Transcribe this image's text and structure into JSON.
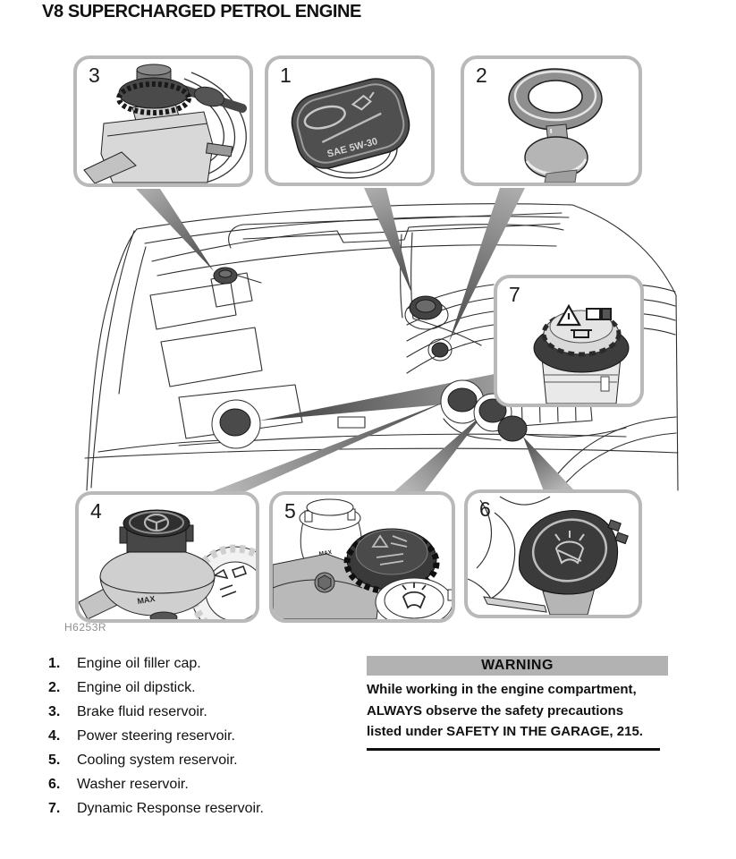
{
  "page": {
    "title": "V8 SUPERCHARGED PETROL ENGINE",
    "figure_code": "H6253R"
  },
  "callouts": {
    "box1": {
      "number": "1",
      "name": "Engine oil filler cap"
    },
    "box2": {
      "number": "2",
      "name": "Engine oil dipstick"
    },
    "box3": {
      "number": "3",
      "name": "Brake fluid reservoir"
    },
    "box4": {
      "number": "4",
      "name": "Power steering reservoir"
    },
    "box5": {
      "number": "5",
      "name": "Cooling system reservoir"
    },
    "box6": {
      "number": "6",
      "name": "Washer reservoir"
    },
    "box7": {
      "number": "7",
      "name": "Dynamic Response reservoir"
    }
  },
  "illustration_labels": {
    "oil_cap_text": "SAE 5W-30",
    "max_mark": "MAX"
  },
  "icons": {
    "steering_wheel": "steering-wheel-icon",
    "washer_spray": "washer-spray-icon",
    "warning_triangle": "warning-triangle-icon",
    "oil_can": "oil-can-icon"
  },
  "legend": {
    "items": [
      {
        "number": "1.",
        "label": "Engine oil filler cap."
      },
      {
        "number": "2.",
        "label": "Engine oil dipstick."
      },
      {
        "number": "3.",
        "label": "Brake fluid reservoir."
      },
      {
        "number": "4.",
        "label": "Power steering reservoir."
      },
      {
        "number": "5.",
        "label": "Cooling system reservoir."
      },
      {
        "number": "6.",
        "label": "Washer reservoir."
      },
      {
        "number": "7.",
        "label": "Dynamic Response reservoir."
      }
    ]
  },
  "warning": {
    "header": "WARNING",
    "line1": "While working in the engine compartment,",
    "line2": "ALWAYS observe the safety precautions",
    "line3": "listed under SAFETY IN THE GARAGE, 215."
  },
  "colors": {
    "callout_border": "#b9b9b9",
    "warning_header_bg": "#b2b2b2",
    "leader_light": "#ababab",
    "leader_dark": "#474747",
    "cap_dark": "#3f3f3f",
    "line_art": "#2e2e2e"
  }
}
